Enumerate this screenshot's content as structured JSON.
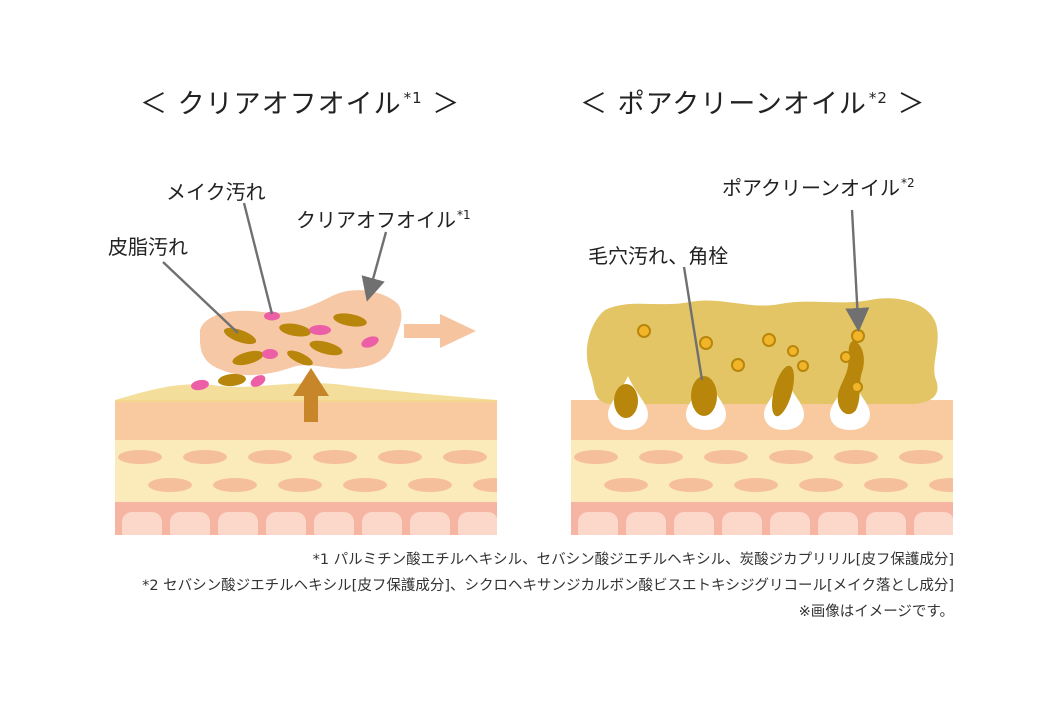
{
  "left_panel": {
    "title_main": "＜ クリアオフオイル",
    "title_mark": "*1",
    "title_close": "＞",
    "labels": {
      "makeup": "メイク汚れ",
      "sebum": "皮脂汚れ",
      "oil_main": "クリアオフオイル",
      "oil_mark": "*1"
    }
  },
  "right_panel": {
    "title_main": "＜ ポアクリーンオイル",
    "title_mark": "*2",
    "title_close": "＞",
    "labels": {
      "oil_main": "ポアクリーンオイル",
      "oil_mark": "*2",
      "pore_dirt": "毛穴汚れ、角栓"
    }
  },
  "footnotes": {
    "note1": "*1  パルミチン酸エチルヘキシル、セバシン酸ジエチルヘキシル、炭酸ジカプリリル[皮フ保護成分]",
    "note2": "*2 セバシン酸ジエチルヘキシル[皮フ保護成分]、シクロヘキサンジカルボン酸ビスエトキシジグリコール[メイク落とし成分]",
    "note3": "※画像はイメージです。"
  },
  "colors": {
    "skin_top": "#f9c9a0",
    "skin_mid": "#fbeaba",
    "skin_cells": "#f5bf9c",
    "skin_bottom": "#f6b4a2",
    "makeup_pink": "#ec5ea6",
    "sebum_brown": "#b8860b",
    "oil_left": "#f7c8a5",
    "oil_right": "#e3c565",
    "arrow_gray": "#707070",
    "arrow_brown": "#c8862a",
    "arrow_peach": "#f6c49f"
  }
}
